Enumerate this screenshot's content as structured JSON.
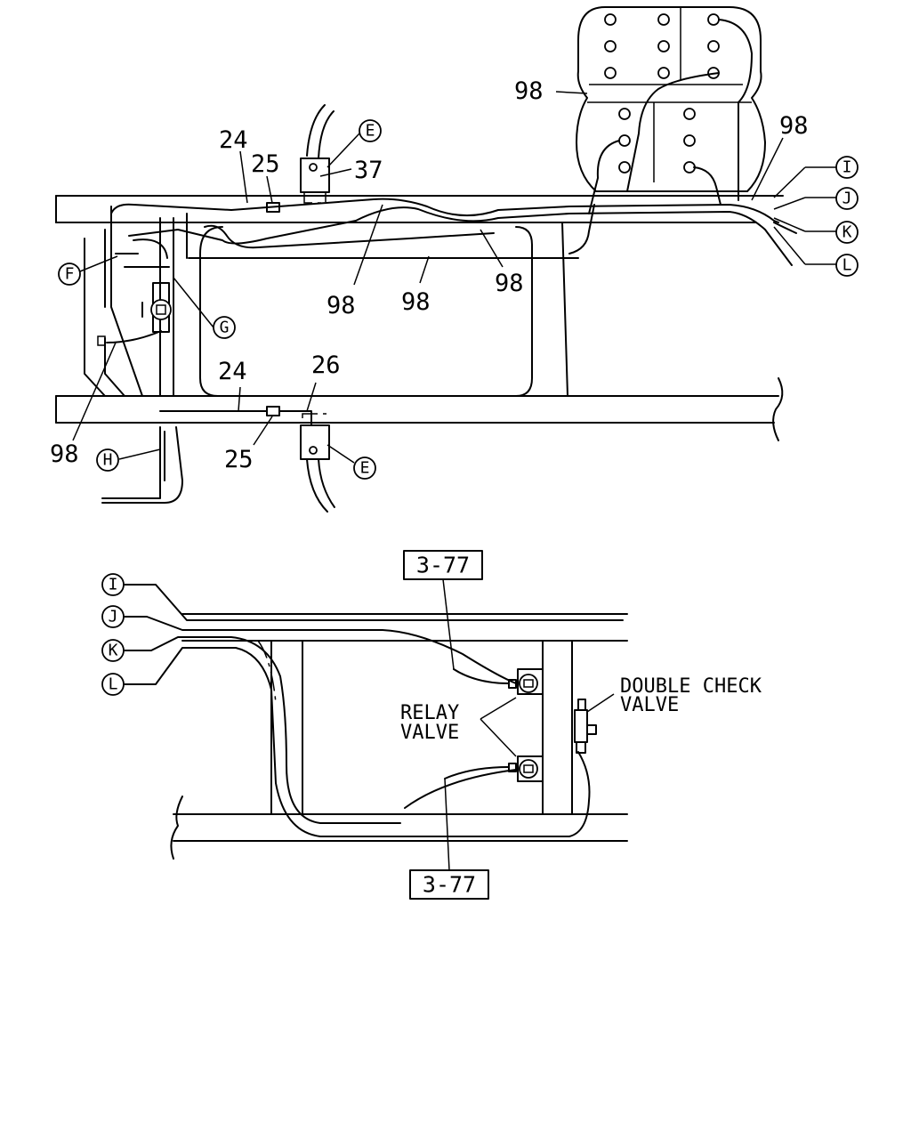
{
  "top_view": {
    "part_labels": {
      "p98_tank": "98",
      "p98_right": "98",
      "p24_top": "24",
      "p25_top": "25",
      "p37": "37",
      "p98_a": "98",
      "p98_b": "98",
      "p98_c": "98",
      "p24_bottom": "24",
      "p26": "26",
      "p25_bottom": "25",
      "p98_left": "98"
    },
    "callouts": {
      "e_top": "E",
      "e_bottom": "E",
      "f": "F",
      "g": "G",
      "h": "H",
      "i": "I",
      "j": "J",
      "k": "K",
      "l": "L"
    }
  },
  "bottom_view": {
    "callouts": {
      "i": "I",
      "j": "J",
      "k": "K",
      "l": "L"
    },
    "ref_top": "3-77",
    "ref_bottom": "3-77",
    "relay_valve_line1": "RELAY",
    "relay_valve_line2": "VALVE",
    "double_check_line1": "DOUBLE CHECK",
    "double_check_line2": "VALVE"
  }
}
